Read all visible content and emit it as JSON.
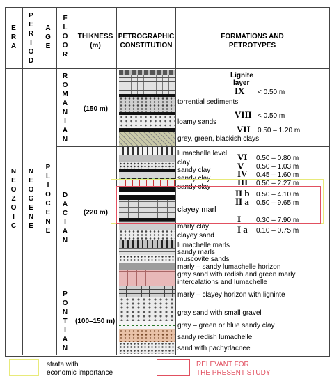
{
  "headers": {
    "era": "E\nR\nA",
    "period": "P\nE\nR\nI\nO\nD",
    "age": "A\nG\nE",
    "floor": "F\nL\nO\nO\nR",
    "thickness_line1": "THIKNESS",
    "thickness_line2": "(m)",
    "petro_line1": "PETROGRAPHIC",
    "petro_line2": "CONSTITUTION",
    "form_line1": "FORMATIONS AND",
    "form_line2": "PETROTYPES"
  },
  "columns": {
    "era": "N\nE\nO\nZ\nO\nI\nC",
    "period": "N\nE\nO\nG\nE\nN\nE",
    "age": "P\nL\nI\nO\nC\nE\nN\nE"
  },
  "floors": [
    {
      "name": "R\nO\nM\nA\nN\nI\nA\nN",
      "thickness": "(150 m)"
    },
    {
      "name": "D\nA\nC\nI\nA\nN",
      "thickness": "(220 m)"
    },
    {
      "name": "P\nO\nN\nT\nI\nA\nN",
      "thickness": "(100–150 m)"
    }
  ],
  "romanian_formations": {
    "lignite_1": "Lignite",
    "lignite_2": "layer",
    "ix": "IX",
    "ix_val": "< 0.50 m",
    "torrential": "torrential sediments",
    "viii": "VIII",
    "viii_val": "< 0.50 m",
    "loamy": "loamy sands",
    "vii": "VII",
    "vii_val": "0.50 – 1.20 m",
    "grey": "grey, green, blackish clays"
  },
  "dacian_formations": {
    "lumachelle_level": "lumachelle level",
    "clay": "clay",
    "sandy_clay1": "sandy clay",
    "sandy_clay2": "sandy clay",
    "sandy_clay3": "sandy clay",
    "vi": "VI",
    "vi_val": "0.50 – 0.80 m",
    "v": "V",
    "v_val": "0.50 – 1.03 m",
    "iv": "IV",
    "iv_val": "0.45 – 1.60 m",
    "iii": "III",
    "iii_val": "0.50 – 2.27 m",
    "iib": "II b",
    "iib_val": "0.50 – 4.10 m",
    "iia": "II a",
    "iia_val": "0.50 – 9.65 m",
    "clayey_marl": "clayey marl",
    "i": "I",
    "i_val": "0.30 – 7.90 m",
    "marly_clay": "marly clay",
    "ia": "I a",
    "ia_val": "0.10 – 0.75 m",
    "clayey_sand": "clayey sand",
    "lumachelle_marls": "lumachelle marls",
    "sandy_marls": "sandy marls",
    "muscovite": "muscovite sands",
    "marly_sandy": "marly – sandy lumachelle horizon",
    "gray_sand_1": "gray sand with redish and green marly",
    "gray_sand_2": "intercalations and lumachelle"
  },
  "pontian_formations": {
    "marly_clayey": "marly – clayey horizon with ligninte",
    "gray_gravel": "gray sand with small gravel",
    "gray_green": "gray – green or blue sandy clay",
    "redish": "sandy redish lumachelle",
    "pachydacnee": "sand with pachydacnee"
  },
  "legend": {
    "yellow_1": "strata with",
    "yellow_2": "economic importance",
    "red_1": "RELEVANT FOR",
    "red_2": "THE PRESENT STUDY",
    "yellow_color": "#e8ea7a",
    "red_color": "#e15060"
  }
}
